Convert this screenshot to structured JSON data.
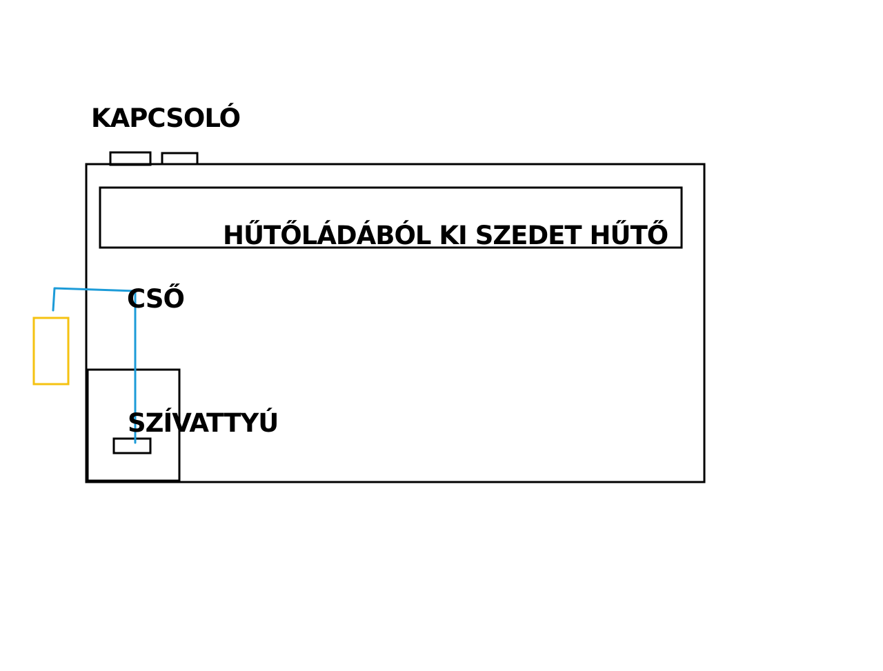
{
  "labels": {
    "switch": "KAPCSOLÓ",
    "cooler": "HŰTŐLÁDÁBÓL KI SZEDET HŰTŐ",
    "pipe": "CSŐ",
    "pump": "SZÍVATTYÚ"
  },
  "colors": {
    "outline": "#000000",
    "pipe": "#1c9bd8",
    "external_box": "#f5c211",
    "background": "#ffffff"
  }
}
